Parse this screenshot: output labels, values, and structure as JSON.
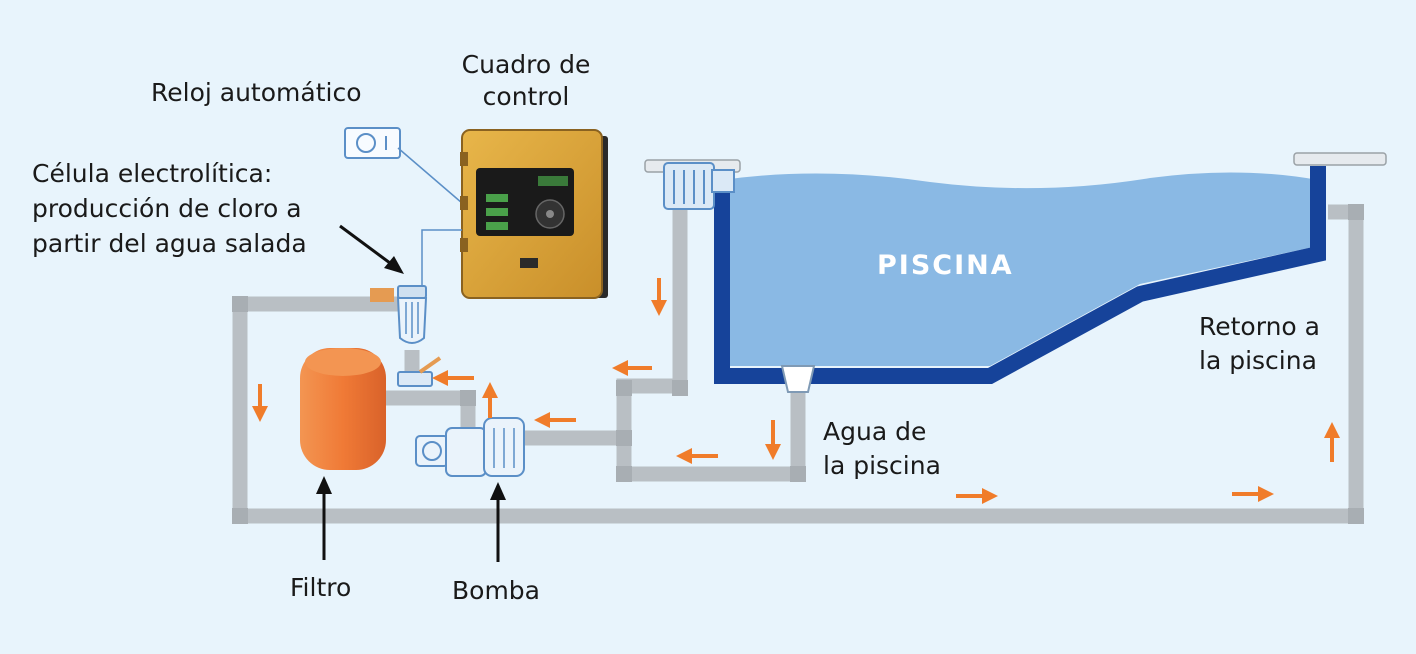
{
  "labels": {
    "reloj": "Reloj automático",
    "cuadro_line1": "Cuadro de",
    "cuadro_line2": "control",
    "celula_line1": "Célula electrolítica:",
    "celula_line2": "producción de cloro a",
    "celula_line3": "partir del agua salada",
    "piscina": "PISCINA",
    "retorno_line1": "Retorno a",
    "retorno_line2": "la piscina",
    "agua_line1": "Agua de",
    "agua_line2": "la piscina",
    "filtro": "Filtro",
    "bomba": "Bomba"
  },
  "colors": {
    "background": "#e8f4fc",
    "pipe": "#b9bfc4",
    "pool_water": "#8ab9e4",
    "pool_wall": "#16439a",
    "flow_arrow": "#f07c2a",
    "filter": "#f07a36",
    "control_box": "#d9a33a",
    "pointer": "#111111"
  }
}
